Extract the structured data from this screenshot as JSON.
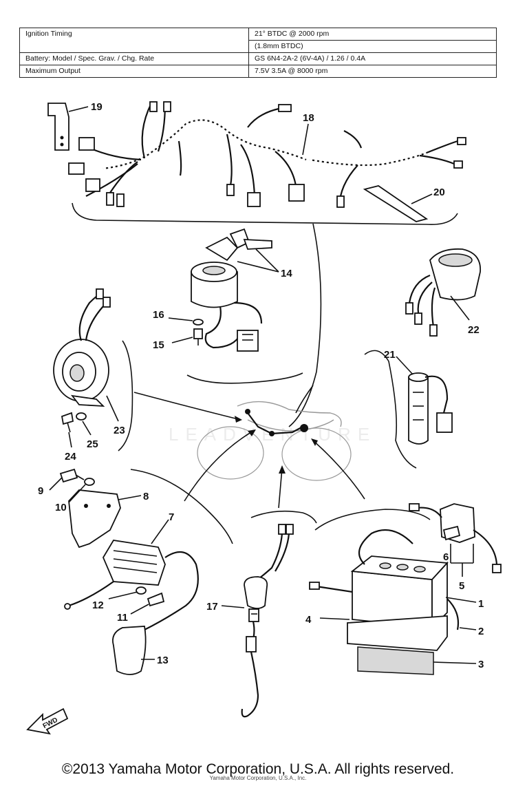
{
  "spec_table": {
    "rows": [
      {
        "label": "Ignition Timing",
        "value": "21° BTDC @ 2000 rpm"
      },
      {
        "label": "",
        "value": "(1.8mm BTDC)"
      },
      {
        "label": "Battery: Model / Spec. Grav. / Chg. Rate",
        "value": "GS 6N4-2A-2 (6V-4A) / 1.26 / 0.4A"
      },
      {
        "label": "Maximum Output",
        "value": "7.5V 3.5A @ 8000 rpm"
      }
    ]
  },
  "callouts": {
    "c1": "1",
    "c2": "2",
    "c3": "3",
    "c4": "4",
    "c5": "5",
    "c6": "6",
    "c7": "7",
    "c8": "8",
    "c9": "9",
    "c10": "10",
    "c11": "11",
    "c12": "12",
    "c13": "13",
    "c14": "14",
    "c15": "15",
    "c16": "16",
    "c17": "17",
    "c18": "18",
    "c19": "19",
    "c20": "20",
    "c21": "21",
    "c22": "22",
    "c23": "23",
    "c24": "24",
    "c25": "25"
  },
  "fwd_label": "FWD",
  "watermark": "LEADVENTURE",
  "copyright": "©2013 Yamaha Motor Corporation, U.S.A. All rights reserved.",
  "fine_print": "Yamaha Motor Corporation, U.S.A., Inc."
}
